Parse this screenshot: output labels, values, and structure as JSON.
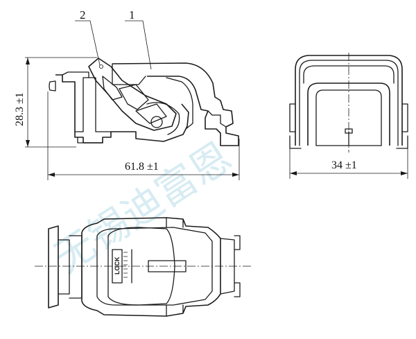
{
  "callouts": {
    "c1": "1",
    "c2": "2"
  },
  "dimensions": {
    "height": "28.3",
    "length": "61.8",
    "width": "34",
    "tolerance": "±1"
  },
  "lock_label": "LOCK",
  "watermark": "无锡迪富恩"
}
